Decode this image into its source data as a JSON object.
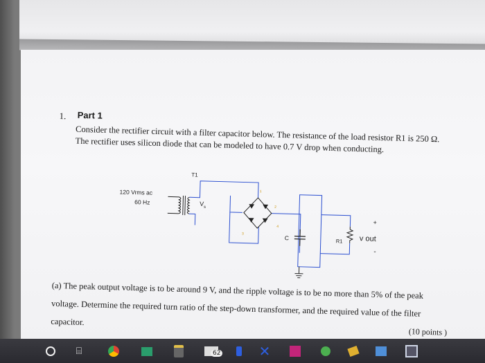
{
  "document": {
    "question_number": "1.",
    "part_title": "Part 1",
    "intro_text": "Consider the rectifier circuit with a filter capacitor below. The resistance of the load resistor R1 is 250 Ω. The rectifier uses silicon diode that can be modeled to have 0.7 V drop when conducting.",
    "question_a": "(a) The peak output voltage is to be around 9 V, and the ripple voltage is to be no more than 5% of the peak voltage. Determine the required turn ratio of the step-down transformer, and the required value of the filter capacitor.",
    "points": "(10 points )"
  },
  "circuit": {
    "transformer_label": "T1",
    "source_voltage": "120 Vrms ac",
    "source_freq": "60 Hz",
    "secondary_label": "V",
    "secondary_sub": "s",
    "capacitor_label": "C",
    "resistor_label": "R1",
    "plus": "+",
    "minus": "-",
    "output_label": "v out",
    "diode_1": "2",
    "diode_2": "1",
    "diode_3": "3",
    "diode_4": "4"
  },
  "taskbar": {
    "items": [
      {
        "icon": "circle-icon"
      },
      {
        "icon": "task-view-icon"
      },
      {
        "icon": "chrome-icon"
      },
      {
        "icon": "store-icon"
      },
      {
        "icon": "lock-icon"
      },
      {
        "icon": "mail-icon",
        "badge": "62"
      },
      {
        "icon": "onedrive-icon"
      },
      {
        "icon": "excel-icon"
      },
      {
        "icon": "app-pink-icon"
      },
      {
        "icon": "app-green-icon"
      },
      {
        "icon": "app-yellow-icon"
      },
      {
        "icon": "app-blue-icon"
      },
      {
        "icon": "app-box-icon"
      }
    ]
  }
}
